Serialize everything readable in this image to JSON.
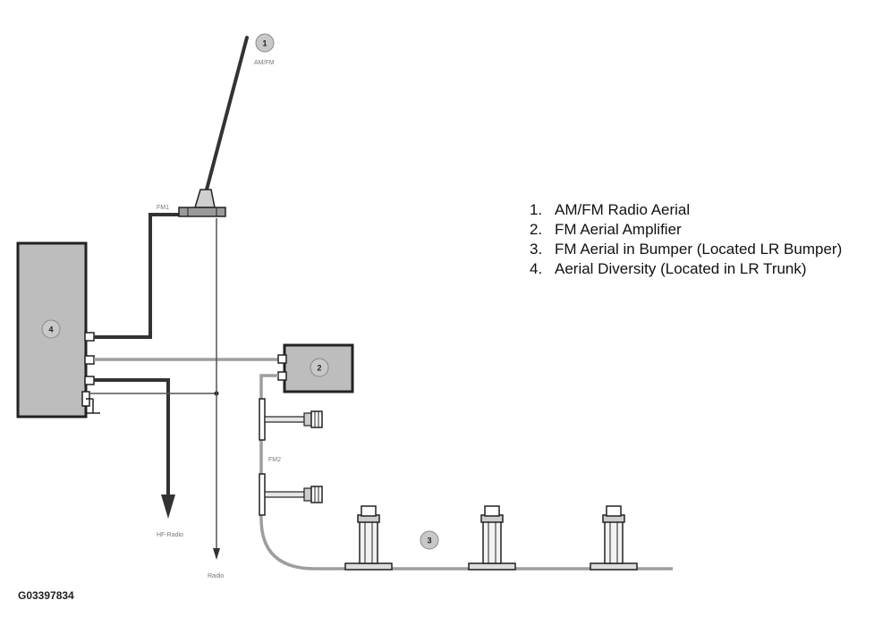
{
  "legend": [
    {
      "num": "1.",
      "text": "AM/FM Radio Aerial"
    },
    {
      "num": "2.",
      "text": "FM Aerial Amplifier"
    },
    {
      "num": "3.",
      "text": "FM Aerial in Bumper (Located LR Bumper)"
    },
    {
      "num": "4.",
      "text": "Aerial Diversity (Located in LR Trunk)"
    }
  ],
  "callouts": {
    "aerial": "1",
    "amplifier": "2",
    "bumper": "3",
    "diversity": "4"
  },
  "small_labels": {
    "aerial_caption": "AM/FM",
    "fm1": "FM1",
    "fm2": "FM2",
    "hf_radio": "HF-Radio",
    "radio": "Radio"
  },
  "figure_id": "G03397834",
  "colors": {
    "module_fill": "#bdbdbd",
    "stroke": "#222222",
    "cable_grey": "#9e9e9e",
    "badge_fill": "#c8c8c8"
  }
}
